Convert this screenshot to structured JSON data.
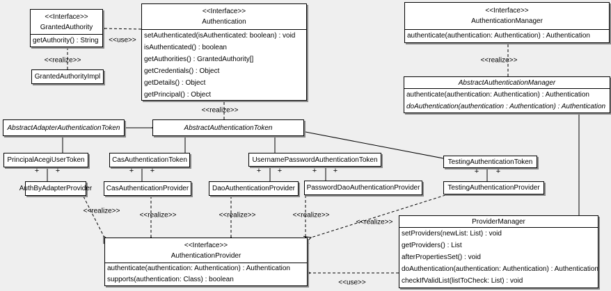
{
  "colors": {
    "background": "#efefef",
    "box_fill": "#ffffff",
    "box_border": "#000000",
    "shadow": "#8a8a8a"
  },
  "stereotypes": {
    "realize": "<<realize>>",
    "use": "<<use>>",
    "plus": "+"
  },
  "classes": {
    "granted_authority": {
      "stereotype": "<<Interface>>",
      "name": "GrantedAuthority",
      "methods": [
        "getAuthority() : String"
      ]
    },
    "granted_authority_impl": {
      "name": "GrantedAuthorityImpl"
    },
    "authentication": {
      "stereotype": "<<Interface>>",
      "name": "Authentication",
      "methods": [
        "setAuthenticated(isAuthenticated: boolean) : void",
        "isAuthenticated() : boolean",
        "getAuthorities() : GrantedAuthority[]",
        "getCredentials() : Object",
        "getDetails() : Object",
        "getPrincipal() : Object"
      ]
    },
    "authentication_manager": {
      "stereotype": "<<Interface>>",
      "name": "AuthenticationManager",
      "methods": [
        "authenticate(authentication: Authentication) : Authentication"
      ]
    },
    "abstract_authentication_manager": {
      "name": "AbstractAuthenticationManager",
      "methods": [
        "authenticate(authentication: Authentication) : Authentication",
        "doAuthentication(authentication : Authentication) : Authentication"
      ]
    },
    "abstract_adapter_authentication_token": {
      "name": "AbstractAdapterAuthenticationToken"
    },
    "abstract_authentication_token": {
      "name": "AbstractAuthenticationToken"
    },
    "principal_acegi_user_token": {
      "name": "PrincipalAcegiUserToken"
    },
    "cas_authentication_token": {
      "name": "CasAuthenticationToken"
    },
    "username_password_authentication_token": {
      "name": "UsernamePasswordAuthenticationToken"
    },
    "testing_authentication_token": {
      "name": "TestingAuthenticationToken"
    },
    "auth_by_adapter_provider": {
      "name": "AuthByAdapterProvider"
    },
    "cas_authentication_provider": {
      "name": "CasAuthenticationProvider"
    },
    "dao_authentication_provider": {
      "name": "DaoAuthenticationProvider"
    },
    "password_dao_authentication_provider": {
      "name": "PasswordDaoAuthenticationProvider"
    },
    "testing_authentication_provider": {
      "name": "TestingAuthenticationProvider"
    },
    "provider_manager": {
      "name": "ProviderManager",
      "methods": [
        "setProviders(newList: List) : void",
        "getProviders() : List",
        "afterPropertiesSet() : void",
        "doAuthentication(authentication: Authentication) : Authentication",
        "checkIfValidList(listToCheck: List) : void"
      ]
    },
    "authentication_provider": {
      "stereotype": "<<Interface>>",
      "name": "AuthenticationProvider",
      "methods": [
        "authenticate(authentication: Authentication) : Authentication",
        "supports(authentication: Class) : boolean"
      ]
    }
  }
}
